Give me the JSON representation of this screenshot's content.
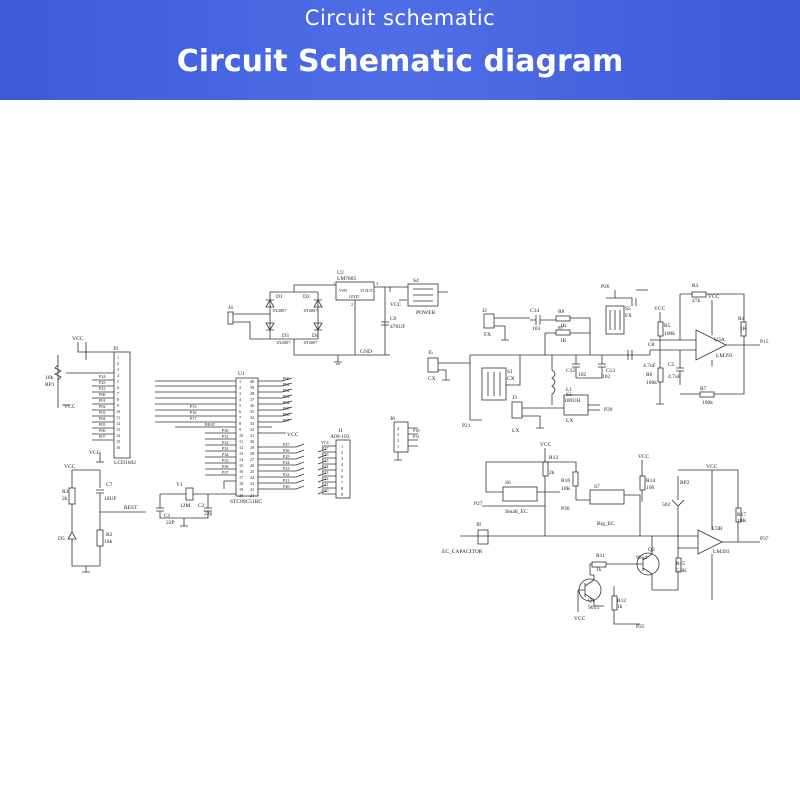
{
  "banner": {
    "subtitle": "Circuit schematic",
    "title": "Circuit Schematic diagram",
    "background": "#4a66e0"
  },
  "schematic": {
    "power": {
      "j4": "J4",
      "u2": "U2",
      "regulator": "LM7805",
      "vin": "VIN",
      "vout": "VOUT",
      "gnd": "GND",
      "pin1": "1",
      "pin2": "2",
      "pin3": "3",
      "d1": "D1",
      "d2": "D2",
      "d3": "D3",
      "d4": "D4",
      "diode": "1N4007",
      "c6": "C6",
      "c6_value": "470UF",
      "s4": "S4",
      "power_label": "POWER",
      "vcc": "VCC",
      "gnd_net": "GND"
    },
    "lcd": {
      "j9": "J9",
      "part": "LCD1602",
      "vcc": "VCC",
      "rp1": "RP1",
      "rp1_value": "10k",
      "vcc2": "VCC",
      "nets": [
        "P24",
        "P25",
        "P23",
        "P00",
        "P01",
        "P02",
        "P03",
        "P04",
        "P05",
        "P06",
        "P07"
      ],
      "pins": [
        "1",
        "2",
        "3",
        "4",
        "5",
        "6",
        "7",
        "8",
        "9",
        "10",
        "11",
        "12",
        "13",
        "14",
        "15",
        "16"
      ],
      "vcc_bottom": "VCC"
    },
    "mcu": {
      "u1": "U1",
      "part": "STC89C51RC",
      "left_pins": [
        "1",
        "2",
        "3",
        "4",
        "5",
        "6",
        "7",
        "8",
        "9",
        "10",
        "11",
        "12",
        "13",
        "14",
        "15",
        "16",
        "17",
        "18",
        "19",
        "20"
      ],
      "right_pins": [
        "40",
        "39",
        "38",
        "37",
        "36",
        "35",
        "34",
        "33",
        "32",
        "31",
        "30",
        "29",
        "28",
        "27",
        "26",
        "25",
        "24",
        "23",
        "22",
        "21"
      ],
      "left_nets": [
        "P15",
        "P16",
        "P17",
        "REST",
        "P30",
        "P31",
        "P32",
        "P33",
        "P34",
        "P35",
        "P36",
        "P37"
      ],
      "right_nets_top": [
        "P00",
        "P01",
        "P02",
        "P03",
        "P04",
        "P05",
        "P06",
        "P07"
      ],
      "right_nets_bottom": [
        "P27",
        "P26",
        "P25",
        "P24",
        "P23",
        "P22",
        "P21",
        "P20"
      ],
      "vcc": "VCC",
      "y1": "Y1",
      "y1_value": "12M",
      "c1": "C1",
      "c1_value": "22P",
      "c2": "C2",
      "c2_value": "22p"
    },
    "j1": {
      "ref": "J1",
      "part": "A09-103",
      "vcc": "VCC",
      "nets": [
        "P27",
        "P26",
        "P25",
        "P24",
        "P23",
        "P22",
        "P21",
        "P20"
      ],
      "pins": [
        "1",
        "2",
        "3",
        "4",
        "5",
        "6",
        "7",
        "8",
        "9"
      ]
    },
    "reset": {
      "r3": "R3",
      "r3_value": "2k",
      "c7": "C7",
      "c7_value": "10UF",
      "r2": "R2",
      "r2_value": "10k",
      "d5": "D5",
      "rest": "REST",
      "vcc": "VCC"
    },
    "j6": {
      "ref": "J6",
      "pins": [
        "4",
        "3",
        "2",
        "1"
      ],
      "nets": [
        "P30",
        "P31"
      ]
    },
    "sensor": {
      "j5": "J5",
      "cx": "CX",
      "j2": "J2",
      "fx": "FX",
      "c14": "C14",
      "c14_value": "103",
      "r8": "R8",
      "r8_value": "1K",
      "r9": "R9",
      "r9_value": "1K",
      "p26": "P26",
      "s5": "S5",
      "fx_sw": "FX",
      "s1": "S1",
      "cx_sw": "CX",
      "c8": "C8",
      "c8_value": "4.7uF",
      "r5": "R5",
      "r5_value": "100k",
      "r6": "R6",
      "r6_value": "100k",
      "c5": "C5",
      "c5_value": "4.7uF",
      "r3": "R3",
      "r3_value": "47k",
      "r4": "R4",
      "r4_value": "1K",
      "r7": "R7",
      "r7_value": "100k",
      "u3a": "U3A",
      "opamp": "LM393",
      "p15": "P15",
      "vcc": "VCC",
      "c12": "C12",
      "c12_value": "102",
      "c13": "C13",
      "c13_value": "102",
      "l1": "L1",
      "s3": "S3",
      "l1_value": "100UH",
      "j3": "J3",
      "lx": "LX",
      "lx_sw": "LX",
      "p20": "P20",
      "p21": "P21",
      "pins": [
        "1",
        "2"
      ]
    },
    "ec": {
      "p27": "P27",
      "s6": "S6",
      "small_ec": "Small_EC",
      "r13": "R13",
      "r13_value": "2k",
      "r16": "R16",
      "r16_value": "10K",
      "p36": "P36",
      "s7": "S7",
      "big_ec": "Big_EC",
      "r14": "R14",
      "r14_value": "100",
      "rp2": "RP2",
      "rp2_value": "502",
      "r17": "R17",
      "r17_value": "10K",
      "u3b": "U3B",
      "opamp": "LM393",
      "p37": "P37",
      "j8": "J8",
      "ec_cap": "EC_CAPACITOR",
      "r11": "R11",
      "r11_value": "1k",
      "q2": "Q2",
      "q2_part": "9014",
      "r15": "R15",
      "r15_value": "5.6K",
      "q1": "Q1",
      "q1_part": "9015",
      "r12": "R12",
      "r12_value": "1k",
      "p25": "P25",
      "vcc": "VCC"
    }
  }
}
